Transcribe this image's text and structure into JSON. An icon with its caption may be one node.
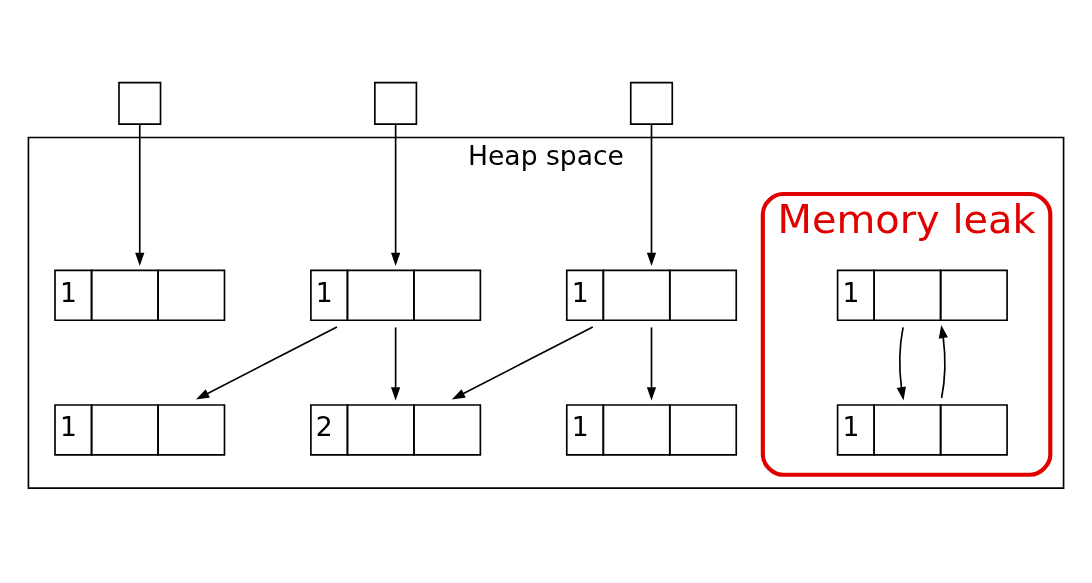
{
  "diagram": {
    "nodes": [
      {
        "text": [
          "Heap space"
        ]
      },
      {
        "text": [],
        "shape": "box"
      },
      {
        "text": [],
        "shape": "box"
      },
      {
        "text": [],
        "shape": "box"
      },
      {
        "text": [
          "1"
        ],
        "in": 0
      },
      {
        "text": [
          "Memory leak"
        ],
        "in": 0
      },
      {
        "text": [
          "1"
        ],
        "in": 5
      },
      {
        "text": [
          "1"
        ],
        "in": 5
      },
      {
        "text": [
          "1"
        ],
        "in": 0
      },
      {
        "text": [
          "1"
        ],
        "in": 0
      },
      {
        "text": [
          "1"
        ],
        "in": 0
      },
      {
        "text": [
          "2"
        ],
        "in": 0
      },
      {
        "text": [
          "1"
        ],
        "in": 0
      }
    ],
    "edges": [
      {
        "from": 1,
        "to": 4,
        "arrow": "to"
      },
      {
        "from": 2,
        "to": 8,
        "arrow": "to"
      },
      {
        "from": 3,
        "to": 9,
        "arrow": "to"
      },
      {
        "from": 6,
        "to": 7,
        "arrow": "to"
      },
      {
        "from": 7,
        "to": 6,
        "arrow": "to"
      },
      {
        "from": 8,
        "to": 10,
        "arrow": "to"
      },
      {
        "from": 8,
        "to": 11,
        "arrow": "to"
      },
      {
        "from": 9,
        "to": 11,
        "arrow": "to"
      },
      {
        "from": 9,
        "to": 12,
        "arrow": "to"
      }
    ]
  }
}
